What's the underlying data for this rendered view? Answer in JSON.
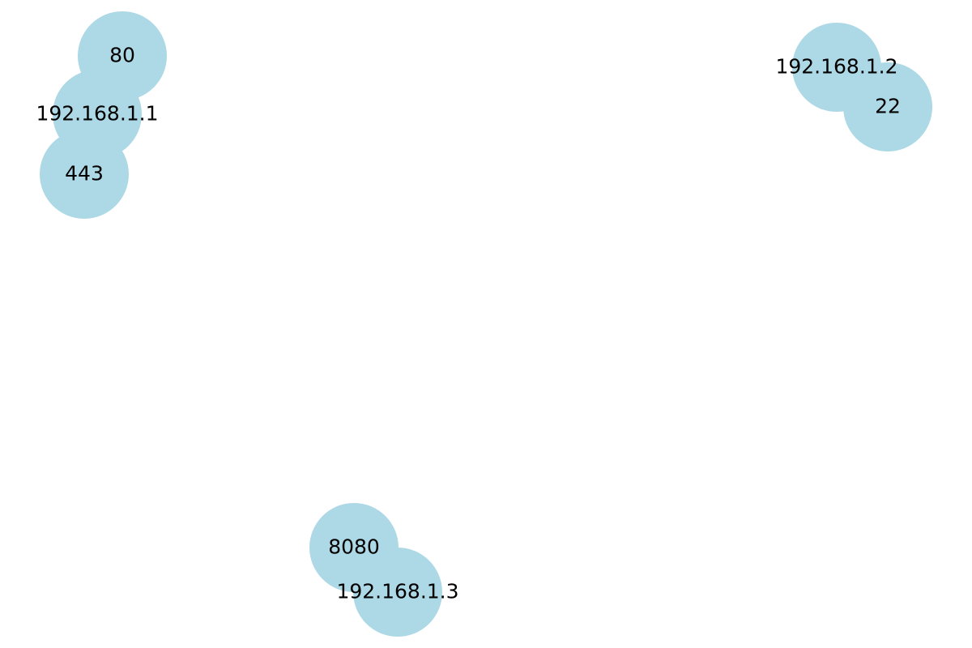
{
  "graph": {
    "node_color": "#add8e6",
    "label_color": "#000000",
    "nodes": [
      {
        "id": "ip-1",
        "label": "192.168.1.1",
        "type": "ip"
      },
      {
        "id": "port-80",
        "label": "80",
        "type": "port"
      },
      {
        "id": "port-443",
        "label": "443",
        "type": "port"
      },
      {
        "id": "ip-2",
        "label": "192.168.1.2",
        "type": "ip"
      },
      {
        "id": "port-22",
        "label": "22",
        "type": "port"
      },
      {
        "id": "ip-3",
        "label": "192.168.1.3",
        "type": "ip"
      },
      {
        "id": "port-8080",
        "label": "8080",
        "type": "port"
      }
    ],
    "edges": [
      {
        "source": "ip-1",
        "target": "port-80"
      },
      {
        "source": "ip-1",
        "target": "port-443"
      },
      {
        "source": "ip-2",
        "target": "port-22"
      },
      {
        "source": "ip-3",
        "target": "port-8080"
      }
    ]
  }
}
